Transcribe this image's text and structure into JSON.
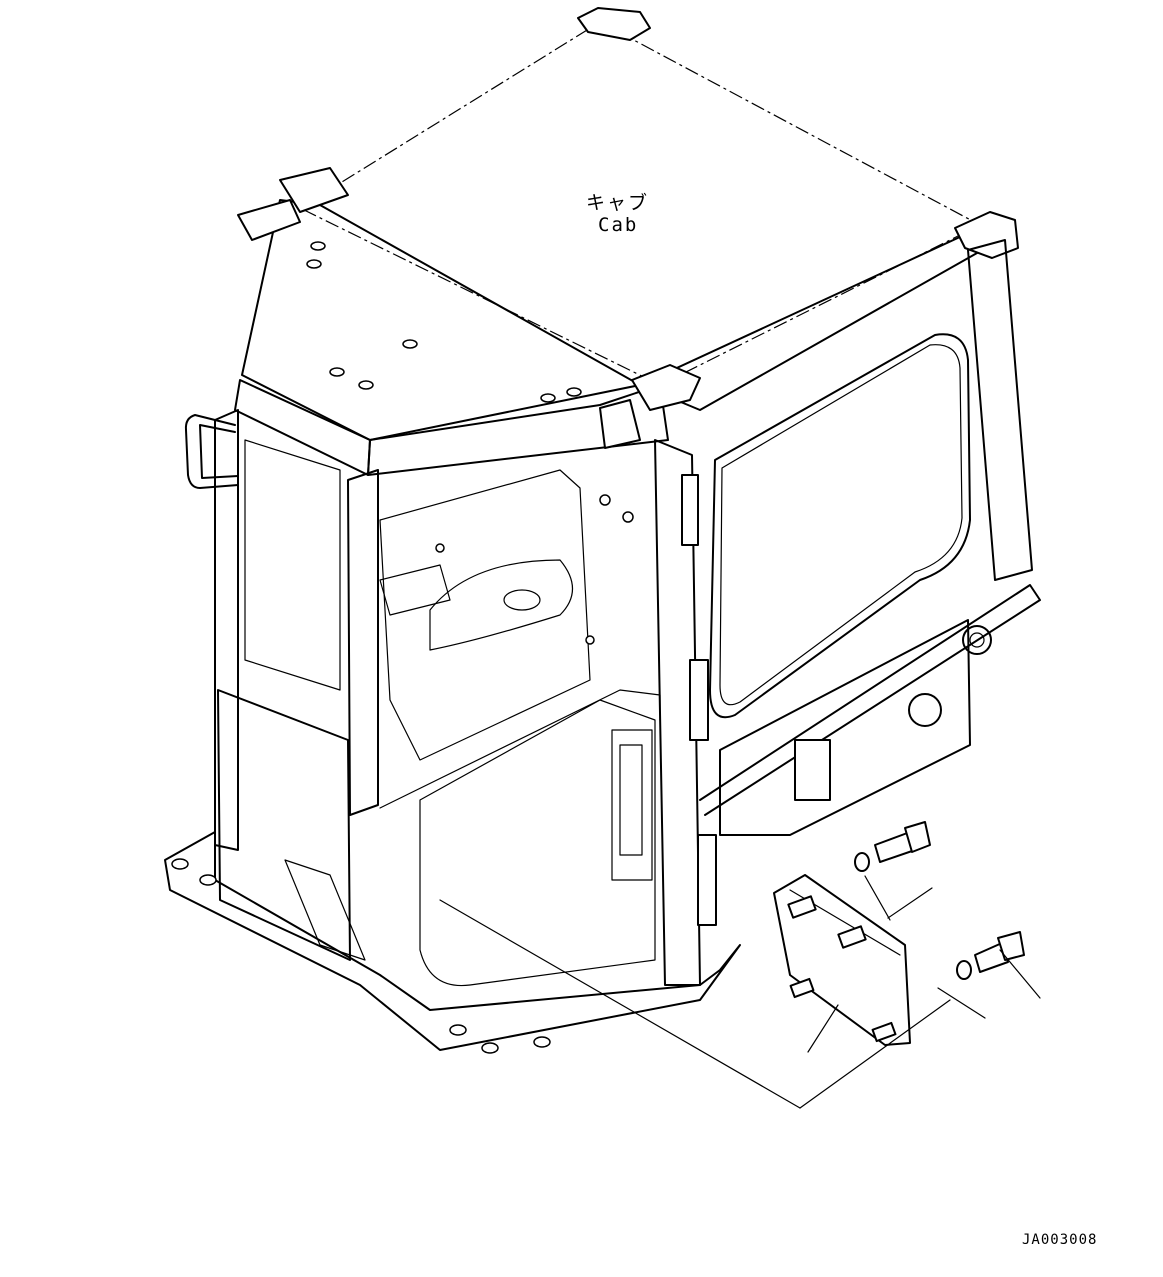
{
  "diagram": {
    "cab_label_jp": "キャブ",
    "cab_label_en": "Cab",
    "figure_code": "JA003008"
  },
  "colors": {
    "line": "#000000",
    "background": "#ffffff"
  }
}
